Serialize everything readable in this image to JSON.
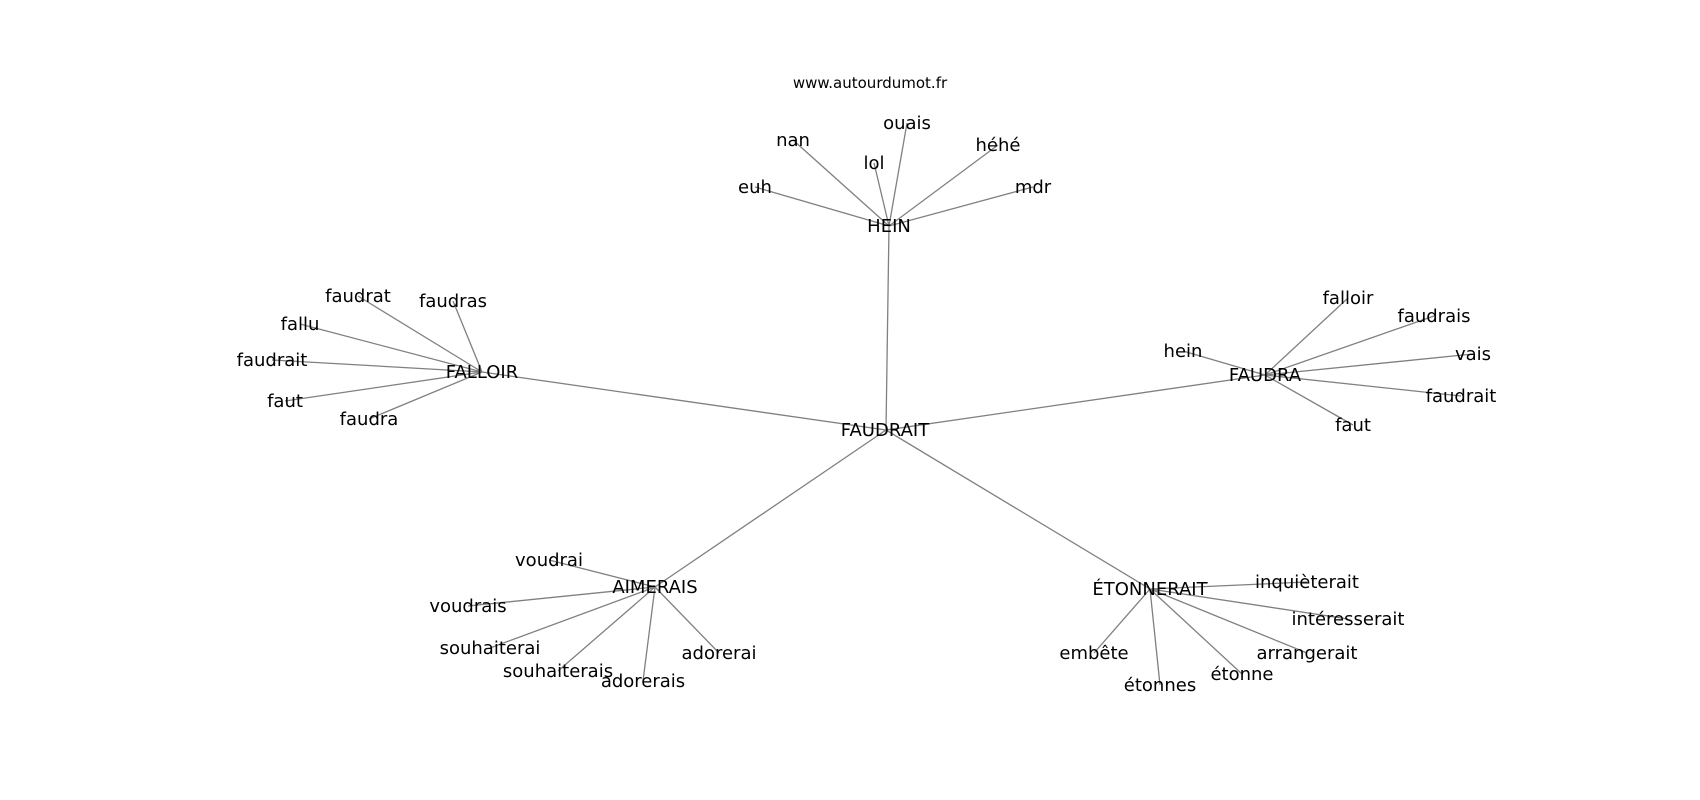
{
  "site": "www.autourdumot.fr",
  "center": "FAUDRAIT",
  "hubs": [
    {
      "id": "hein",
      "label": "HEIN",
      "leaves": [
        "euh",
        "nan",
        "lol",
        "ouais",
        "héhé",
        "mdr"
      ]
    },
    {
      "id": "falloir",
      "label": "FALLOIR",
      "leaves": [
        "faudrat",
        "faudras",
        "fallu",
        "faudrait",
        "faut",
        "faudra"
      ]
    },
    {
      "id": "faudra",
      "label": "FAUDRA",
      "leaves": [
        "falloir",
        "faudrais",
        "hein",
        "vais",
        "faudrait",
        "faut"
      ]
    },
    {
      "id": "aimerais",
      "label": "AIMERAIS",
      "leaves": [
        "voudrai",
        "voudrais",
        "souhaiterai",
        "souhaiterais",
        "adorerais",
        "adorerai"
      ]
    },
    {
      "id": "etonnerait",
      "label": "ÉTONNERAIT",
      "leaves": [
        "inquièterait",
        "intéresserait",
        "arrangerait",
        "étonne",
        "étonnes",
        "embête"
      ]
    }
  ]
}
